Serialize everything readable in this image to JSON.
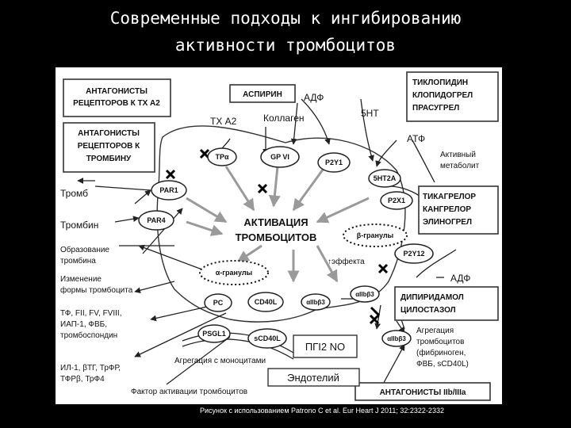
{
  "title": {
    "line1": "Современные подходы к ингибированию",
    "line2": "активности тромбоцитов"
  },
  "diagram": {
    "boxes": {
      "tx_antagonists": [
        "АНТАГОНИСТЫ",
        "РЕЦЕПТОРОВ К ТХ А2"
      ],
      "aspirin": "АСПИРИН",
      "thienopyridines": [
        "ТИКЛОПИДИН",
        "КЛОПИДОГРЕЛ",
        "ПРАСУГРЕЛ"
      ],
      "thrombin_antagonists": [
        "АНТАГОНИСТЫ",
        "РЕЦЕПТОРОВ К",
        "ТРОМБИНУ"
      ],
      "ticagrelor": [
        "ТИКАГРЕЛОР",
        "КАНГРЕЛОР",
        "ЭЛИНОГРЕЛ"
      ],
      "dipyridamole": [
        "ДИПИРИДАМОЛ",
        "ЦИЛОСТАЗОЛ"
      ],
      "iib_antagonists": "АНТАГОНИСТЫ IIb/IIIa",
      "pgi2": "ПГI2  NO",
      "endothelium": "Эндотелий"
    },
    "receptors": {
      "tpa": "TPα",
      "gpvi": "GP VI",
      "p2y1": "P2Y1",
      "ht2a": "5HT2A",
      "par1": "PAR1",
      "par4": "PAR4",
      "p2x1": "P2X1",
      "p2y12": "P2Y12",
      "pc": "PC",
      "cd40l": "CD40L",
      "aiib3a": "αIIbβ3",
      "aiib3b": "αIIbβ3",
      "aiib3c": "αIIbβ3",
      "psgl1": "PSGL1",
      "scd40l": "sCD40L"
    },
    "granules": {
      "beta": "β-гранулы",
      "alpha": "α-гранулы"
    },
    "center": [
      "АКТИВАЦИЯ",
      "ТРОМБОЦИТОВ"
    ],
    "labels": {
      "adp_top": "АДФ",
      "tx_a2": "ТХ А2",
      "collagen": "Коллаген",
      "ht5": "5HT",
      "atp": "АТФ",
      "active_metabolite": [
        "Активный",
        "метаболит"
      ],
      "thromb": "Тромб",
      "thrombin": "Тромбин",
      "thrombin_formation": [
        "Образование",
        "тромбина"
      ],
      "shape_change": [
        "Изменение",
        "формы тромбоцита"
      ],
      "factors": [
        "ТФ, FII, FV, FVIII,",
        "ИАП-1, ФВБ,",
        "тромбоспондин"
      ],
      "effects": "↑эффекта",
      "adp_bottom": "АДФ",
      "aggregation": [
        "Агрегация",
        "тромбоцитов",
        "(фибриноген,",
        "ФВБ, sCD40L)"
      ],
      "cytokines": [
        "ИЛ-1, βТГ, ТрФР,",
        "ТФРβ, ТрФ4"
      ],
      "monocyte_aggregation": "Агрегация с моноцитами",
      "paf": "Фактор активации тромбоцитов"
    }
  },
  "caption": "Рисунок с использованием Patrono C et al. Eur Heart J 2011; 32:2322-2332",
  "colors": {
    "background": "#000000",
    "panel": "#ffffff",
    "ink": "#111111",
    "arrow": "#8c8c8c"
  }
}
